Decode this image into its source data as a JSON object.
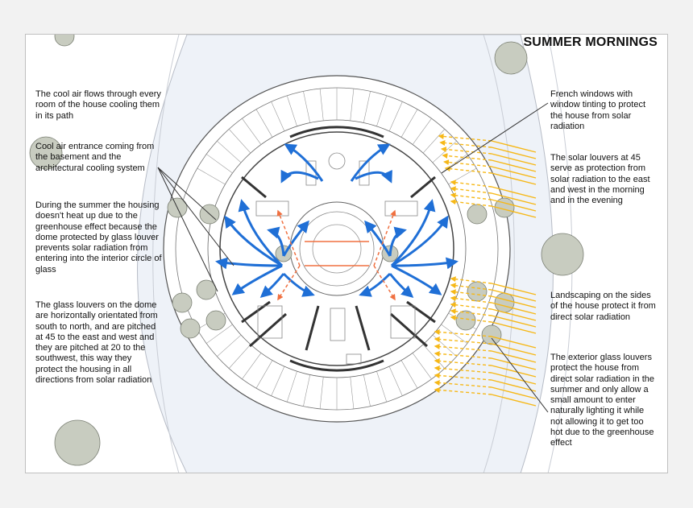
{
  "title": "SUMMER MORNINGS",
  "notes_left": [
    "The cool air flows through every room of the house cooling them in its path",
    "Cool air entrance coming from the basement and the architectural cooling system",
    "During the summer the housing doesn't heat up due to the greenhouse effect because the dome protected by glass louver prevents solar radiation from entering into the interior circle of glass",
    "The glass louvers on the dome are horizontally orientated from south to north, and are pitched at 45 to the east and west and they are pitched at 20 to the southwest, this way they protect the housing in all directions from solar radiation"
  ],
  "notes_right": [
    "French windows with window tinting to protect the house from solar radiation",
    "The solar louvers at 45 serve as protection from solar radiation to the east and west in the morning and in the evening",
    "Landscaping on the sides of the house protect it from direct solar radiation",
    "The exterior glass louvers protect the house from direct solar radiation in the summer and only allow a small amount to enter naturally lighting it while not allowing it to get too hot due to the greenhouse effect"
  ],
  "colors": {
    "sun_rays": "#f6b818",
    "cool_air": "#1f6fd6",
    "warm_air": "#f07040",
    "plan_lines": "#444444",
    "landscape": "#e8eef6",
    "trees": "#c8ccc0"
  }
}
